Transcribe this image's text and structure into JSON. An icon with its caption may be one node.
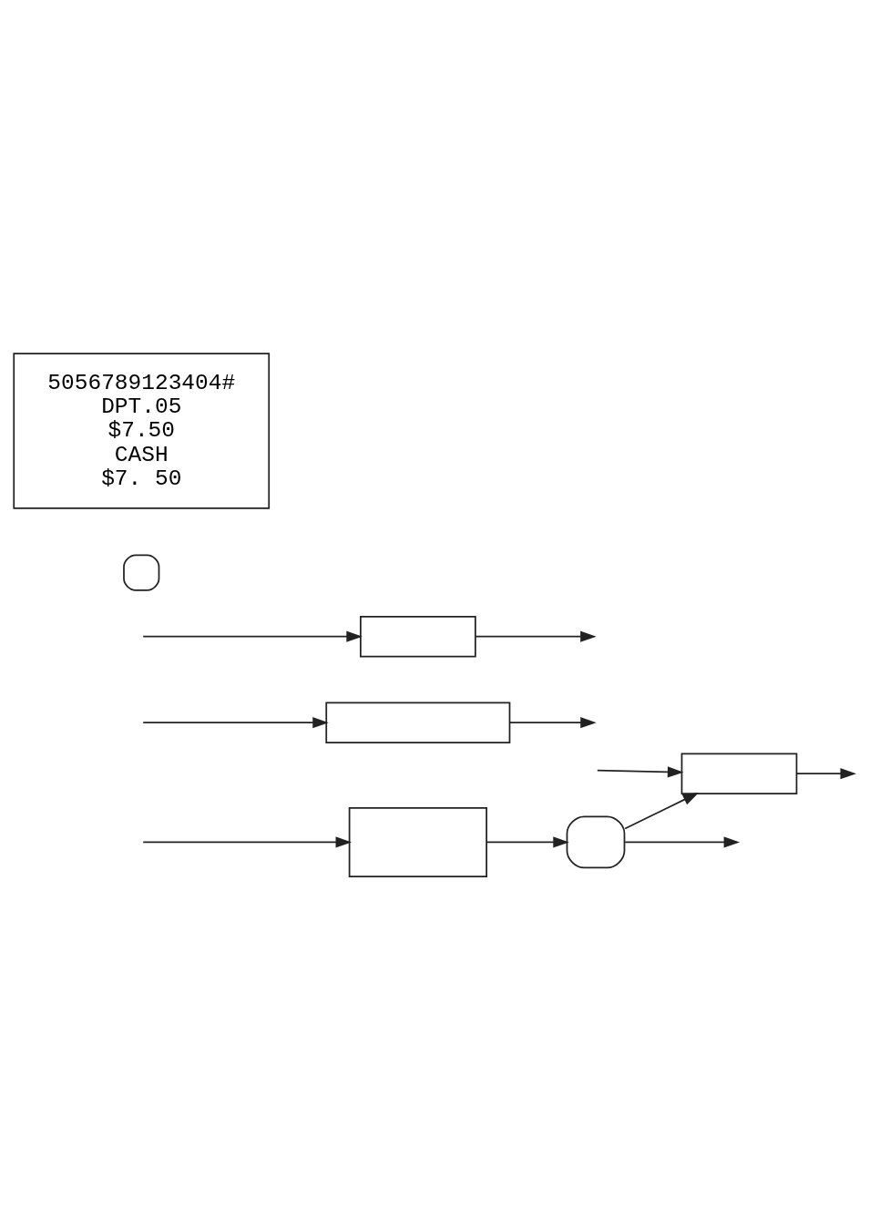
{
  "diagram": {
    "nodes": [
      {
        "text": [],
        "shape": "box"
      },
      {
        "text": [],
        "shape": "box"
      },
      {
        "text": [],
        "shape": "box"
      },
      {
        "text": [],
        "shape": "box"
      },
      {
        "text": [],
        "shape": "box"
      },
      {
        "text": [],
        "shape": "box"
      },
      {
        "text": [
          "5056789123404#",
          "DPT.05",
          "$7.50",
          "CASH",
          "$7. 50"
        ]
      }
    ],
    "edges": [
      {
        "from": null,
        "to": 0,
        "arrow": "to"
      },
      {
        "from": 0,
        "to": 1,
        "arrow": "to"
      },
      {
        "from": 1,
        "to": 2,
        "arrow": "to"
      },
      {
        "from": 1,
        "to": null,
        "arrow": "to"
      },
      {
        "from": null,
        "to": 2,
        "arrow": "to"
      },
      {
        "from": 2,
        "to": null,
        "arrow": "to"
      },
      {
        "from": null,
        "to": 3,
        "arrow": "to"
      },
      {
        "from": 3,
        "to": null,
        "arrow": "to"
      },
      {
        "from": null,
        "to": 4,
        "arrow": "to"
      },
      {
        "from": 4,
        "to": null,
        "arrow": "to"
      }
    ]
  }
}
